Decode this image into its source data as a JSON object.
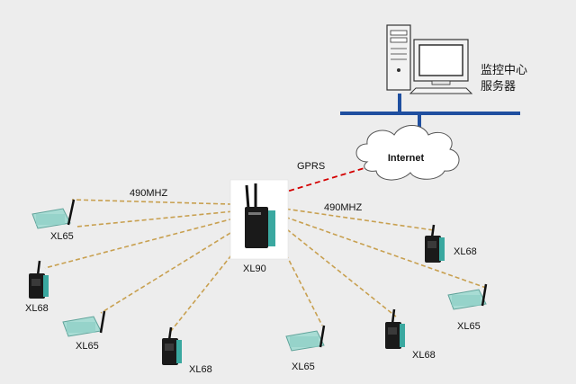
{
  "server": {
    "label_line1": "监控中心",
    "label_line2": "服务器"
  },
  "network": {
    "internet_label": "Internet",
    "gprs_label": "GPRS"
  },
  "links": {
    "freq_left": "490MHZ",
    "freq_right": "490MHZ"
  },
  "gateway": {
    "label": "XL90"
  },
  "devices": [
    {
      "label": "XL65"
    },
    {
      "label": "XL68"
    },
    {
      "label": "XL65"
    },
    {
      "label": "XL68"
    },
    {
      "label": "XL65"
    },
    {
      "label": "XL68"
    },
    {
      "label": "XL68"
    },
    {
      "label": "XL65"
    }
  ],
  "colors": {
    "bus": "#1f4fa0",
    "gprs_link": "#d40000",
    "radio_link": "#c8a050",
    "background": "#ededed"
  }
}
